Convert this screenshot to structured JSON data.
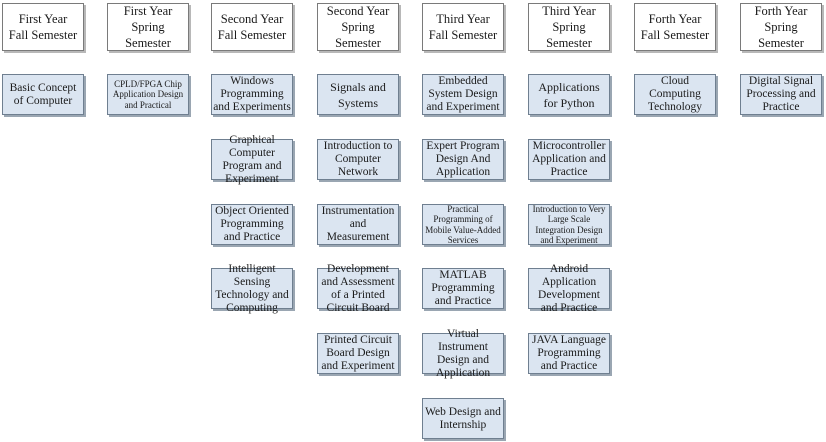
{
  "columns": [
    {
      "header": "First Year\nFall Semester",
      "courses": [
        {
          "name": "Basic Concept of Computer",
          "size": "n"
        }
      ]
    },
    {
      "header": "First Year\nSpring\nSemester",
      "courses": [
        {
          "name": "CPLD/FPGA Chip Application Design and Practical",
          "size": "xs"
        }
      ]
    },
    {
      "header": "Second Year\nFall Semester",
      "courses": [
        {
          "name": "Windows Programming and Experiments",
          "size": "n"
        },
        {
          "name": "Graphical Computer Program and Experiment",
          "size": "n"
        },
        {
          "name": "Object Oriented Programming and Practice",
          "size": "n"
        },
        {
          "name": "Intelligent Sensing Technology and Computing",
          "size": "n"
        }
      ]
    },
    {
      "header": "Second Year\nSpring\nSemester",
      "courses": [
        {
          "name": "Signals and Systems",
          "size": "lg"
        },
        {
          "name": "Introduction to Computer Network",
          "size": "n"
        },
        {
          "name": "Instrumentation and Measurement",
          "size": "n"
        },
        {
          "name": "Development and Assessment of a Printed Circuit Board",
          "size": "n"
        },
        {
          "name": "Printed Circuit Board Design and Experiment",
          "size": "n"
        }
      ]
    },
    {
      "header": "Third Year\nFall Semester",
      "courses": [
        {
          "name": "Embedded System Design and Experiment",
          "size": "n"
        },
        {
          "name": "Expert Program Design And Application",
          "size": "n"
        },
        {
          "name": "Practical Programming of Mobile Value-Added Services",
          "size": "xs"
        },
        {
          "name": "MATLAB Programming and Practice",
          "size": "n"
        },
        {
          "name": "Virtual Instrument Design and Application",
          "size": "n"
        },
        {
          "name": "Web Design and Internship",
          "size": "n"
        }
      ]
    },
    {
      "header": "Third Year\nSpring\nSemester",
      "courses": [
        {
          "name": "Applications for Python",
          "size": "lg"
        },
        {
          "name": "Microcontroller Application and Practice",
          "size": "n"
        },
        {
          "name": "Introduction to Very Large Scale Integration Design and Experiment",
          "size": "xs"
        },
        {
          "name": "Android Application Development and Practice",
          "size": "n"
        },
        {
          "name": "JAVA Language Programming and Practice",
          "size": "n"
        }
      ]
    },
    {
      "header": "Forth Year\nFall Semester",
      "courses": [
        {
          "name": "Cloud Computing Technology",
          "size": "n"
        }
      ]
    },
    {
      "header": "Forth Year\nSpring\nSemester",
      "courses": [
        {
          "name": "Digital Signal Processing and Practice",
          "size": "n"
        }
      ]
    }
  ]
}
